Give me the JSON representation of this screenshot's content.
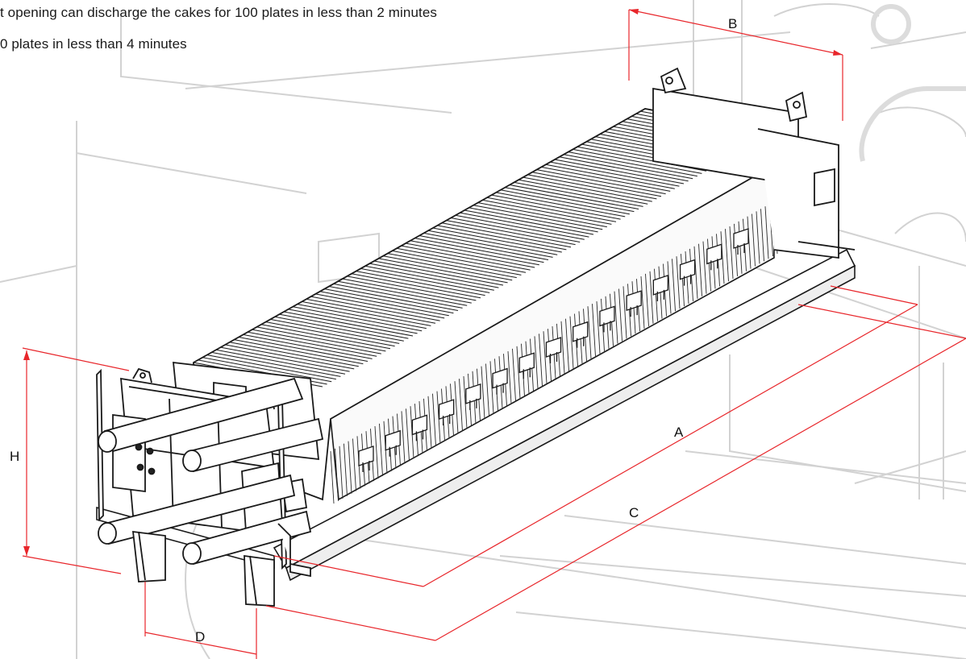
{
  "captions": {
    "line1": "t opening can discharge the cakes for 100 plates in less than 2 minutes",
    "line2": "0 plates in less than 4 minutes"
  },
  "dimensions": {
    "a": "A",
    "b": "B",
    "c": "C",
    "d": "D",
    "h": "H"
  },
  "colors": {
    "dimension_line": "#e8262b",
    "drawing_line": "#1a1a1a",
    "background_sketch": "#cfcfcf"
  }
}
